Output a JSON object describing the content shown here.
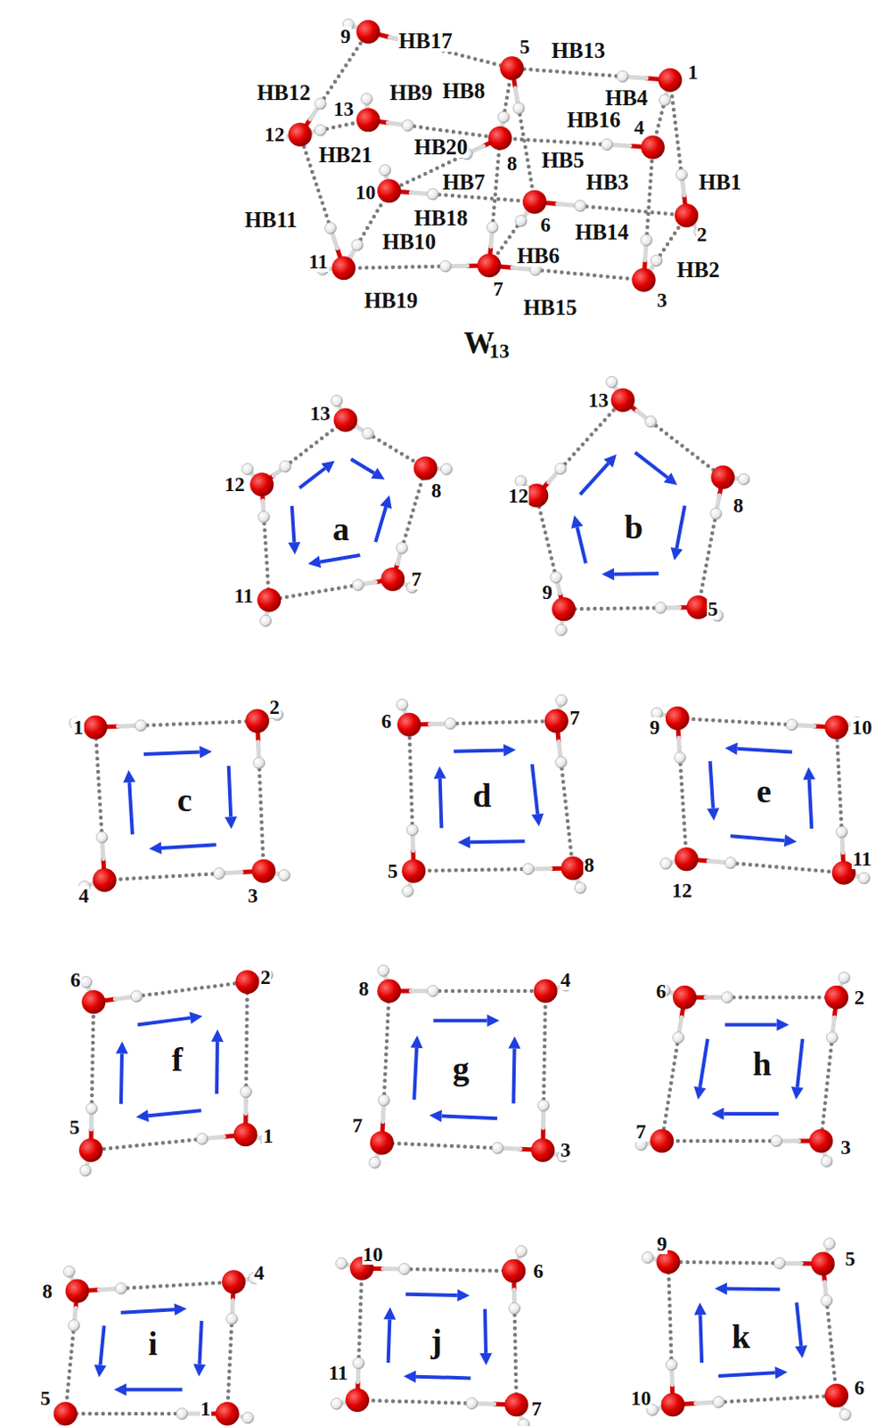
{
  "diagram": {
    "labels": [
      "HB17",
      "9",
      "HB13",
      "5",
      "1",
      "HB12",
      "HB9",
      "HB8",
      "HB4",
      "13",
      "12",
      "HB16",
      "4",
      "HB21",
      "HB20",
      "8",
      "HB5",
      "HB7",
      "HB3",
      "HB1",
      "10",
      "HB18",
      "6",
      "HB14",
      "2",
      "HB11",
      "HB10",
      "11",
      "HB6",
      "HB2",
      "7",
      "HB19",
      "HB15",
      "3",
      "W",
      "13",
      "13",
      "12",
      "a",
      "8",
      "11",
      "7",
      "13",
      "12",
      "b",
      "8",
      "9",
      "5",
      "1",
      "2",
      "c",
      "4",
      "3",
      "6",
      "7",
      "d",
      "5",
      "8",
      "9",
      "10",
      "e",
      "12",
      "11",
      "6",
      "2",
      "f",
      "5",
      "1",
      "8",
      "4",
      "g",
      "7",
      "3",
      "6",
      "2",
      "h",
      "7",
      "3",
      "8",
      "4",
      "i",
      "5",
      "1",
      "10",
      "6",
      "j",
      "11",
      "7",
      "9",
      "5",
      "k",
      "10",
      "6"
    ]
  }
}
